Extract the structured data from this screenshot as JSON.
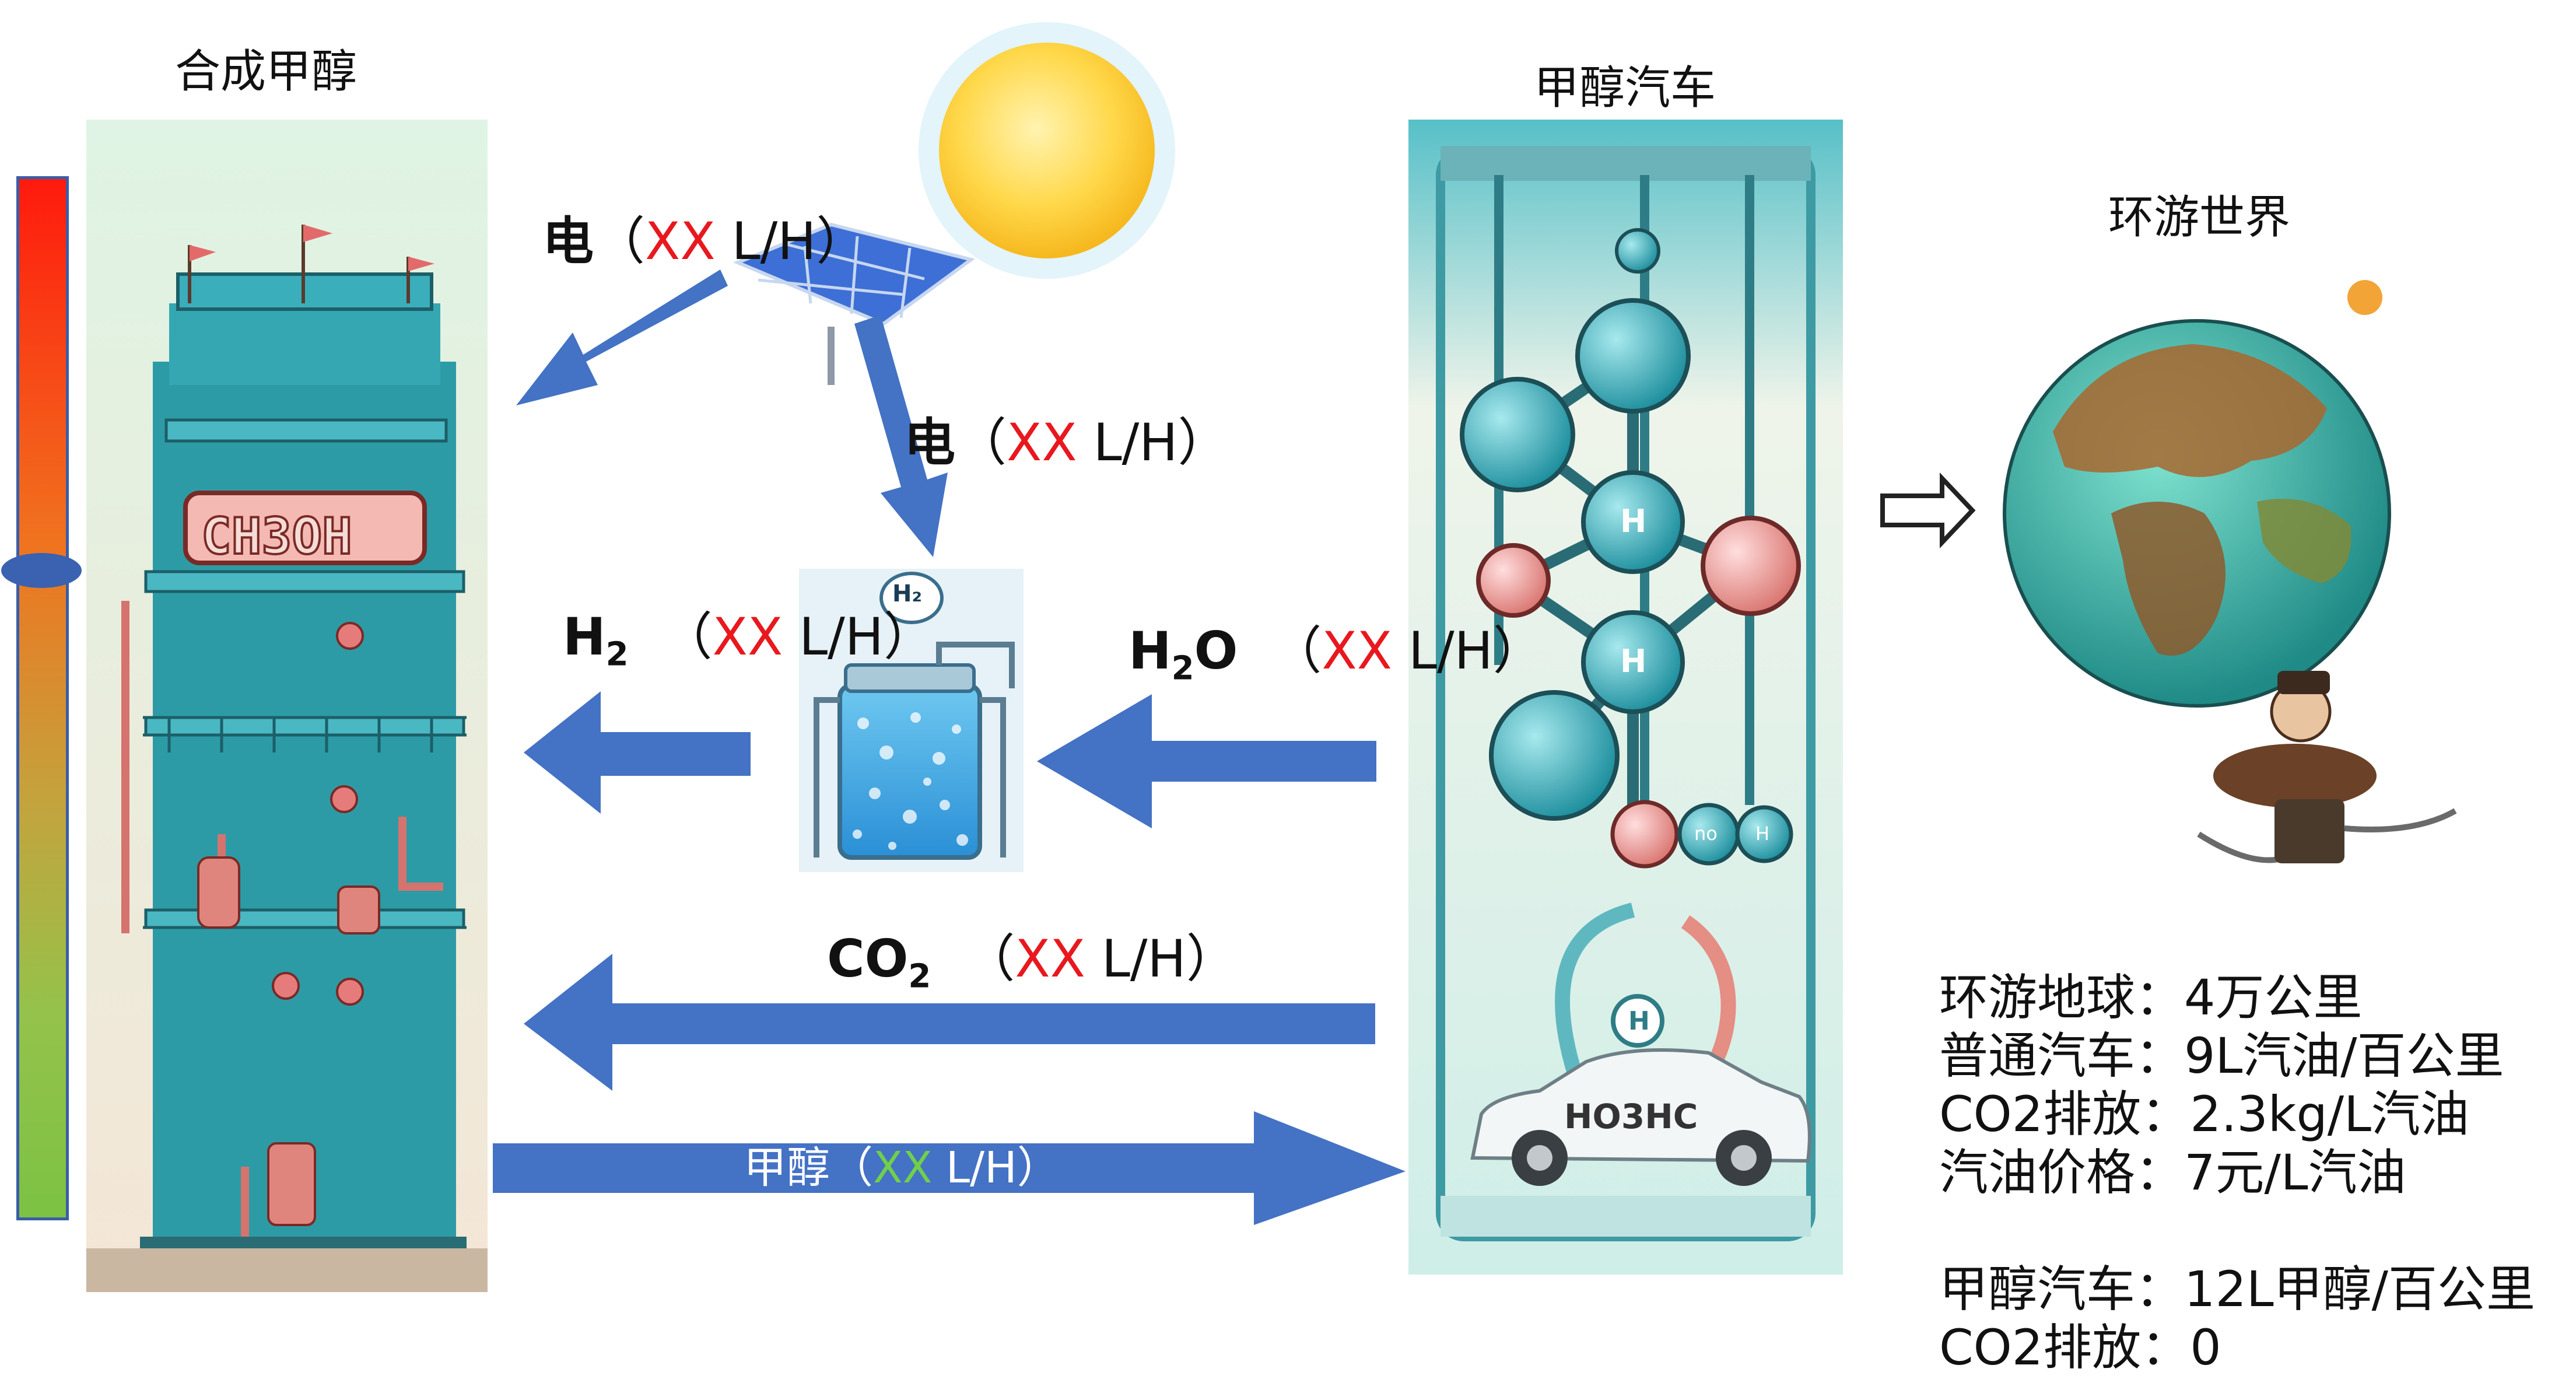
{
  "titles": {
    "synthesis": "合成甲醇",
    "car": "甲醇汽车",
    "world": "环游世界"
  },
  "labels": {
    "sun_to_factory": {
      "prefix": "电",
      "open": "（",
      "value": "XX",
      "unit": " L/H）"
    },
    "sun_to_tank": {
      "prefix": "电",
      "open": "（",
      "value": "XX",
      "unit": " L/H）"
    },
    "h2": {
      "prefix": "H",
      "sub": "2",
      "open": "（",
      "value": "XX",
      "unit": " L/H）"
    },
    "h2o": {
      "prefix": "H",
      "sub": "2",
      "suffix": "O",
      "open": "（",
      "value": "XX",
      "unit": " L/H）"
    },
    "co2": {
      "prefix": "CO",
      "sub": "2",
      "open": "（",
      "value": "XX",
      "unit": " L/H）"
    },
    "methanol": {
      "prefix": "甲醇",
      "open": "（",
      "value": "XX",
      "unit": " L/H）"
    }
  },
  "illustration_text": {
    "tower_sign": "CH3OH",
    "tank_badge": "H₂",
    "atom_h": "H",
    "atom_no": "no",
    "car_plate": "HO3HC"
  },
  "stats": {
    "lines": [
      "环游地球：4万公里",
      "普通汽车：9L汽油/百公里",
      "CO2排放：2.3kg/L汽油",
      "汽油价格：7元/L汽油",
      "",
      "甲醇汽车：12L甲醇/百公里",
      "CO2排放：0"
    ]
  },
  "colors": {
    "arrow": "#4472c4",
    "value_red": "#e8181e",
    "value_green": "#6fd04a"
  },
  "icons": {
    "sun": "sun-icon",
    "solar_panel": "solar-panel-icon",
    "hollow_arrow": "hollow-right-arrow-icon",
    "globe": "globe-icon"
  }
}
